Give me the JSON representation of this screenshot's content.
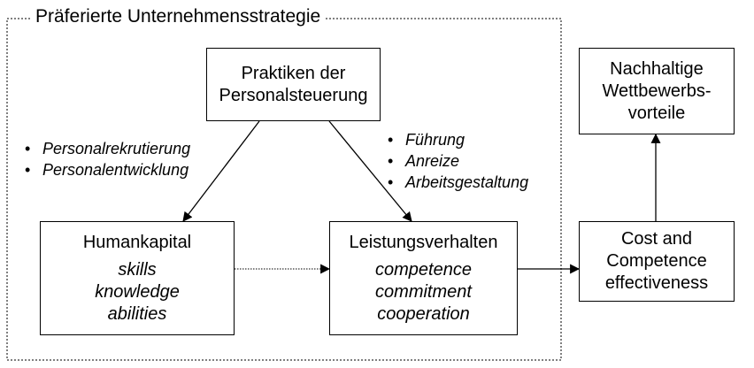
{
  "frame": {
    "title": "Präferierte Unternehmensstrategie"
  },
  "boxes": {
    "praktiken": {
      "lines": [
        "Praktiken der",
        "Personalsteuerung"
      ]
    },
    "humankapital": {
      "title": "Humankapital",
      "items": [
        "skills",
        "knowledge",
        "abilities"
      ]
    },
    "leistung": {
      "title": "Leistungsverhalten",
      "items": [
        "competence",
        "commitment",
        "cooperation"
      ]
    },
    "cost": {
      "lines": [
        "Cost and",
        "Competence",
        "effectiveness"
      ]
    },
    "nachhaltig": {
      "lines": [
        "Nachhaltige",
        "Wettbewerbs-",
        "vorteile"
      ]
    }
  },
  "bullets_left": [
    "Personalrekrutierung",
    "Personalentwicklung"
  ],
  "bullets_right": [
    "Führung",
    "Anreize",
    "Arbeitsgestaltung"
  ]
}
